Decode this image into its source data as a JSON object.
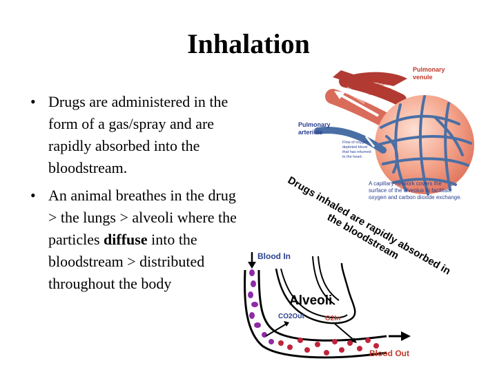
{
  "slide": {
    "title": "Inhalation",
    "bullet1": "Drugs are administered in the form of a gas/spray and are rapidly absorbed into the bloodstream.",
    "bullet2_before": "An animal breathes in the drug > the lungs > alveoli where the particles ",
    "bullet2_bold": "diffuse",
    "bullet2_after": " into the bloodstream > distributed throughout the body",
    "rotated_caption_line1": "Drugs inhaled are rapidly absorbed in",
    "rotated_caption_line2": "the bloodstream"
  },
  "upper_diagram": {
    "pulmonary_venule": [
      "Pulmonary",
      "venule"
    ],
    "flow_oxygenated": [
      "Flow of freshly",
      "oxygenated",
      "blood back to",
      "the heart."
    ],
    "inhaled_air": [
      "Inhaled air",
      "enters alveolus"
    ],
    "pulmonary_arteriole": [
      "Pulmonary",
      "arteriole"
    ],
    "flow_depleted": [
      "Flow of oxygen-",
      "depleted blood",
      "that has returned",
      "to the heart."
    ],
    "capillary_caption": [
      "A capillary network covers the",
      "surface of the alveolus to facilitate",
      "oxygen and carbon dioxide exchange."
    ]
  },
  "lower_diagram": {
    "blood_in": "Blood In",
    "alveoli": "Alveoli",
    "co2_out": "CO2Out",
    "o2_in": "O2In",
    "blood_out": "Blood Out"
  },
  "colors": {
    "red_label": "#c0392b",
    "blue_label": "#2a3f8f",
    "alveolus": "#f4a58c",
    "capillary": "#4a6fa5"
  }
}
